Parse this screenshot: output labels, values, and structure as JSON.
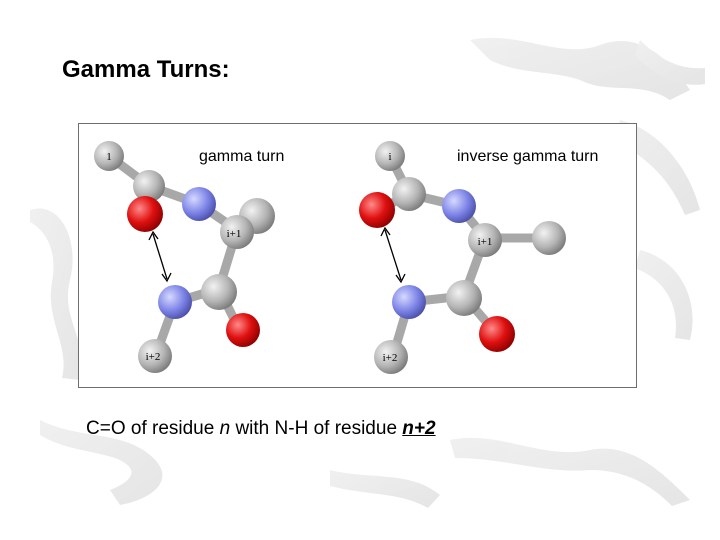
{
  "slide": {
    "title": "Gamma Turns:"
  },
  "panels": [
    {
      "heading": "gamma turn",
      "labels": {
        "first": "1",
        "middle": "i+1",
        "last": "i+2"
      }
    },
    {
      "heading": "inverse gamma turn",
      "labels": {
        "first": "i",
        "middle": "i+1",
        "last": "i+2"
      }
    }
  ],
  "caption": {
    "part1": "C=O of residue ",
    "var1": "n",
    "part2": " with N-H of residue ",
    "var2": "n+2"
  },
  "colors": {
    "oxygen": "#e01010",
    "nitrogen": "#7f86e8",
    "carbon": "#b8b8b8"
  }
}
